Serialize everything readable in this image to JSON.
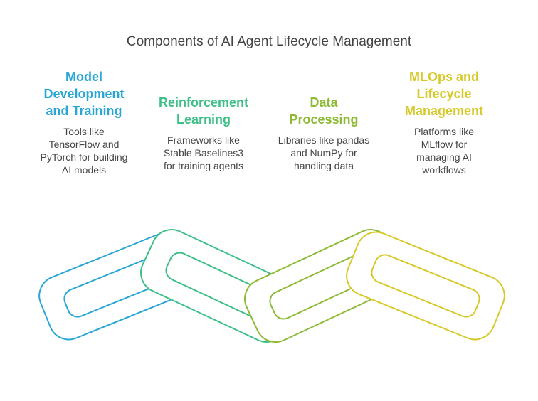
{
  "title": "Components of AI Agent Lifecycle Management",
  "components": [
    {
      "title_lines": [
        "Model",
        "Development",
        "and Training"
      ],
      "desc_lines": [
        "Tools like",
        "TensorFlow and",
        "PyTorch for building",
        "AI models"
      ],
      "color": "#2aa6d6"
    },
    {
      "title_lines": [
        "Reinforcement",
        "Learning"
      ],
      "desc_lines": [
        "Frameworks like",
        "Stable Baselines3",
        "for training agents"
      ],
      "color": "#3dbf87"
    },
    {
      "title_lines": [
        "Data",
        "Processing"
      ],
      "desc_lines": [
        "Libraries like pandas",
        "and NumPy for",
        "handling data"
      ],
      "color": "#8fba36"
    },
    {
      "title_lines": [
        "MLOps and",
        "Lifecycle",
        "Management"
      ],
      "desc_lines": [
        "Platforms like",
        "MLflow for",
        "managing AI",
        "workflows"
      ],
      "color": "#d7c92a"
    }
  ]
}
